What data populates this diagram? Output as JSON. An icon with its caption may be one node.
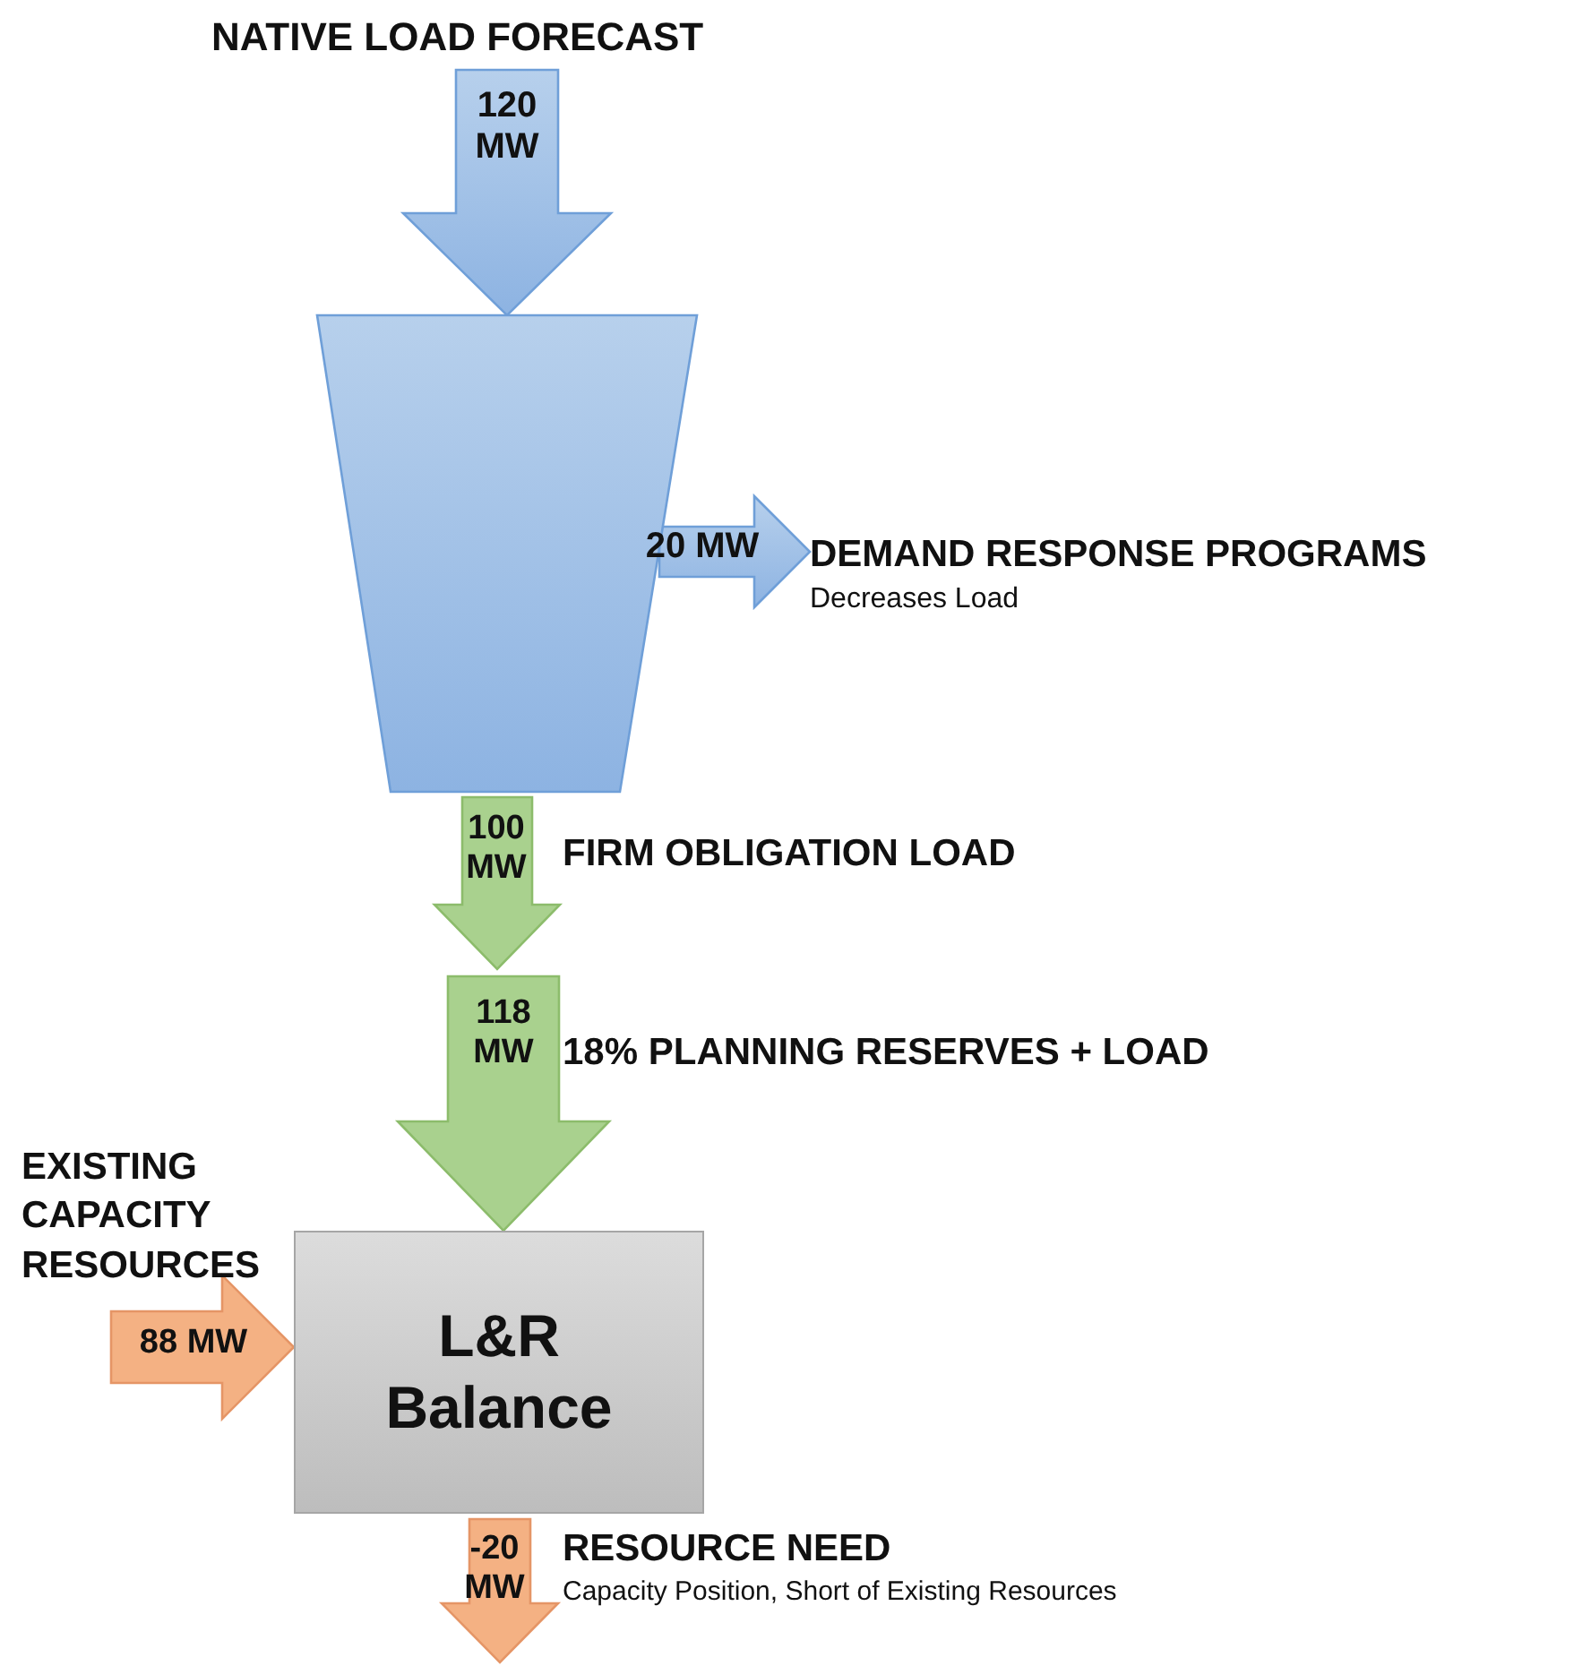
{
  "diagram": {
    "nodes": [
      {
        "text": [
          "NATIVE LOAD FORECAST"
        ]
      },
      {
        "text": [],
        "shape": "trapezoid"
      },
      {
        "text": [
          "DEMAND RESPONSE PROGRAMS",
          "Decreases Load"
        ]
      },
      {
        "text": [
          "L&R Balance"
        ]
      },
      {
        "text": [
          "EXISTING CAPACITY RESOURCES"
        ]
      }
    ],
    "edges": [
      {
        "from": 0,
        "to": 1,
        "arrow": "to",
        "label": "120 MW"
      },
      {
        "from": 1,
        "to": 2,
        "arrow": "to",
        "label": "20 MW"
      },
      {
        "from": 1,
        "to": null,
        "arrow": "to",
        "label": "100 MW"
      },
      {
        "from": null,
        "to": 3,
        "arrow": "to",
        "label": "118 MW"
      },
      {
        "from": 4,
        "to": 3,
        "arrow": "to",
        "label": "88 MW"
      },
      {
        "from": 3,
        "to": null,
        "arrow": "to",
        "label": "-20 MW"
      }
    ],
    "labels": [
      "FIRM OBLIGATION LOAD",
      "18% PLANNING RESERVES + LOAD",
      "RESOURCE NEED",
      "Capacity Position, Short of Existing Resources"
    ]
  }
}
